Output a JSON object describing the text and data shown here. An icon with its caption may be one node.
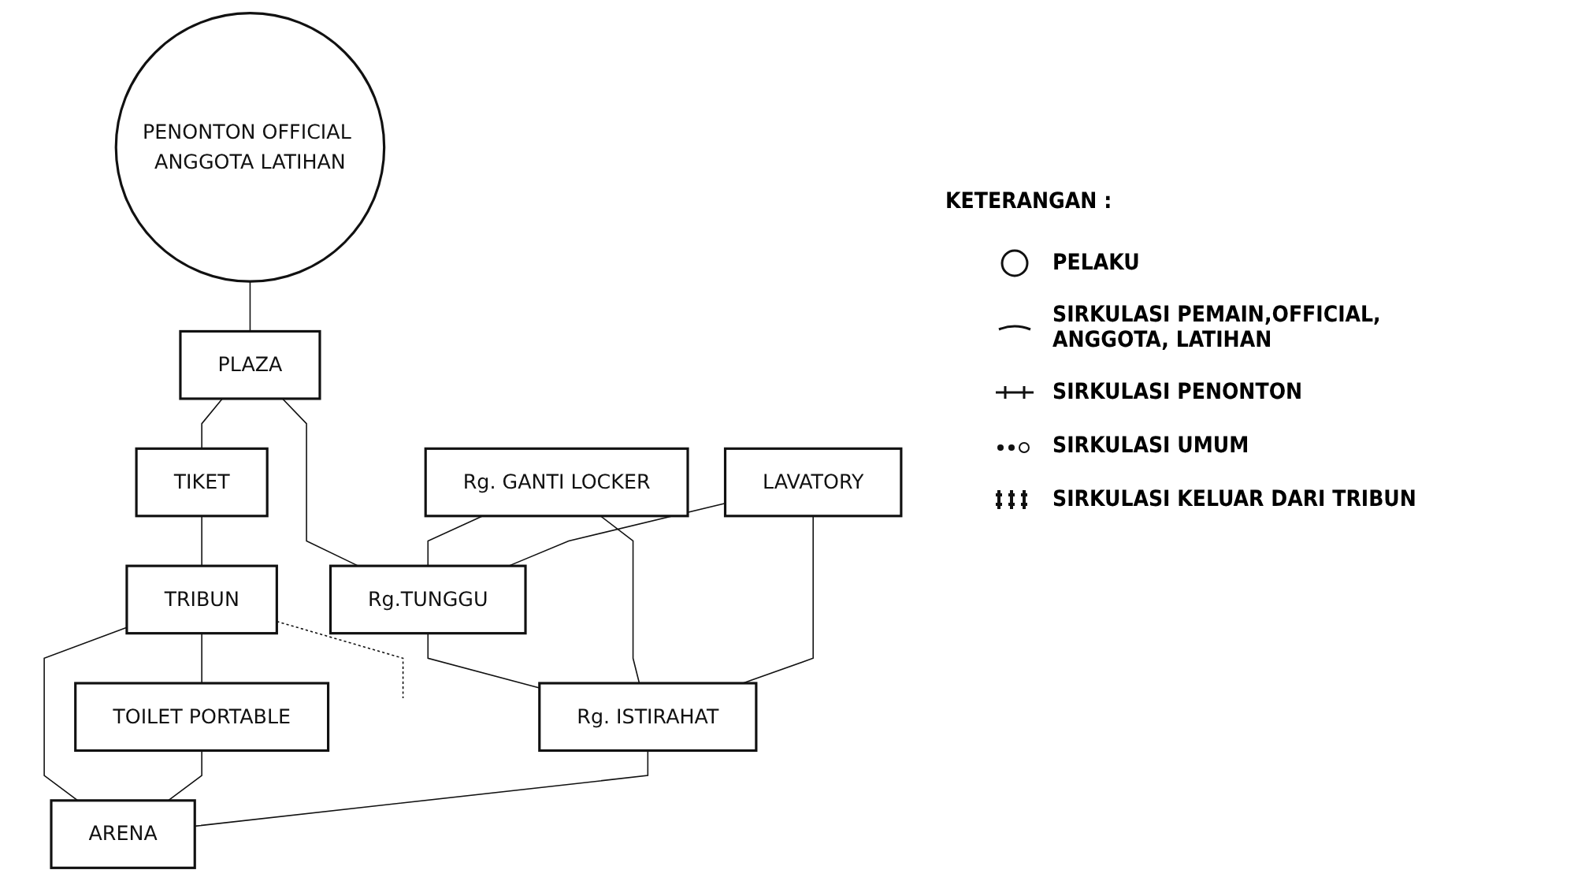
{
  "diagram": {
    "nodes": [
      {
        "text": [
          "PENONTON OFFICIAL ANGGOTA LATIHAN"
        ]
      },
      {
        "text": [
          "PLAZA"
        ]
      },
      {
        "text": [
          "Rg.TUNGGU"
        ]
      },
      {
        "text": [
          "Rg. GANTI LOCKER"
        ]
      },
      {
        "text": [
          "TIKET"
        ]
      },
      {
        "text": [
          "LAVATORY"
        ]
      },
      {
        "text": [
          "Rg. ISTIRAHAT"
        ]
      },
      {
        "text": [
          "TRIBUN"
        ]
      },
      {
        "text": [
          "TOILET PORTABLE"
        ]
      },
      {
        "text": [
          "ARENA"
        ]
      }
    ],
    "edges": [
      {
        "from": 0,
        "to": 1,
        "arrow": "none"
      },
      {
        "from": 1,
        "to": 4,
        "arrow": "none"
      },
      {
        "from": 1,
        "to": 2,
        "arrow": "none"
      },
      {
        "from": 2,
        "to": 6,
        "arrow": "none"
      },
      {
        "from": 3,
        "to": 2,
        "arrow": "none"
      },
      {
        "from": 3,
        "to": 6,
        "arrow": "none"
      },
      {
        "from": 5,
        "to": 2,
        "arrow": "none"
      },
      {
        "from": 5,
        "to": 6,
        "arrow": "none"
      },
      {
        "from": 4,
        "to": 7,
        "arrow": "none"
      },
      {
        "from": 7,
        "to": 9,
        "arrow": "none"
      },
      {
        "from": 7,
        "to": 8,
        "arrow": "none"
      },
      {
        "from": 8,
        "to": 9,
        "arrow": "none"
      },
      {
        "from": 6,
        "to": 9,
        "arrow": "none"
      },
      {
        "from": 7,
        "to": null,
        "arrow": "none",
        "style": "dashed"
      }
    ],
    "labels": [
      "KETERANGAN :"
    ],
    "legend": [
      {
        "text": "PELAKU"
      },
      {
        "text": "SIRKULASI PEMAIN,OFFICIAL, ANGGOTA, LATIHAN"
      },
      {
        "text": "SIRKULASI PENONTON"
      },
      {
        "text": "SIRKULASI UMUM"
      },
      {
        "text": "SIRKULASI KELUAR DARI TRIBUN"
      }
    ]
  }
}
